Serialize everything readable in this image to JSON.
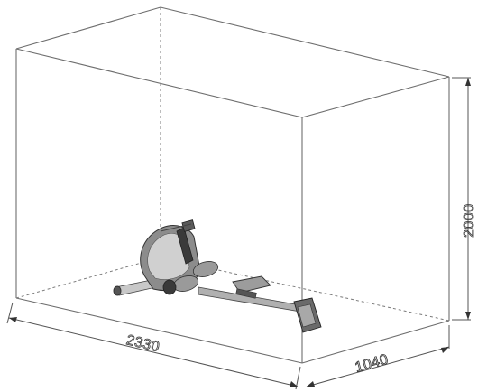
{
  "diagram": {
    "dimensions": {
      "length": "2330",
      "width": "1040",
      "height": "2000"
    },
    "colors": {
      "edge": "#6e6e6e",
      "machine_dark": "#3a3a3a",
      "machine_mid": "#8c8c8c",
      "machine_light": "#c8c8c8"
    }
  }
}
